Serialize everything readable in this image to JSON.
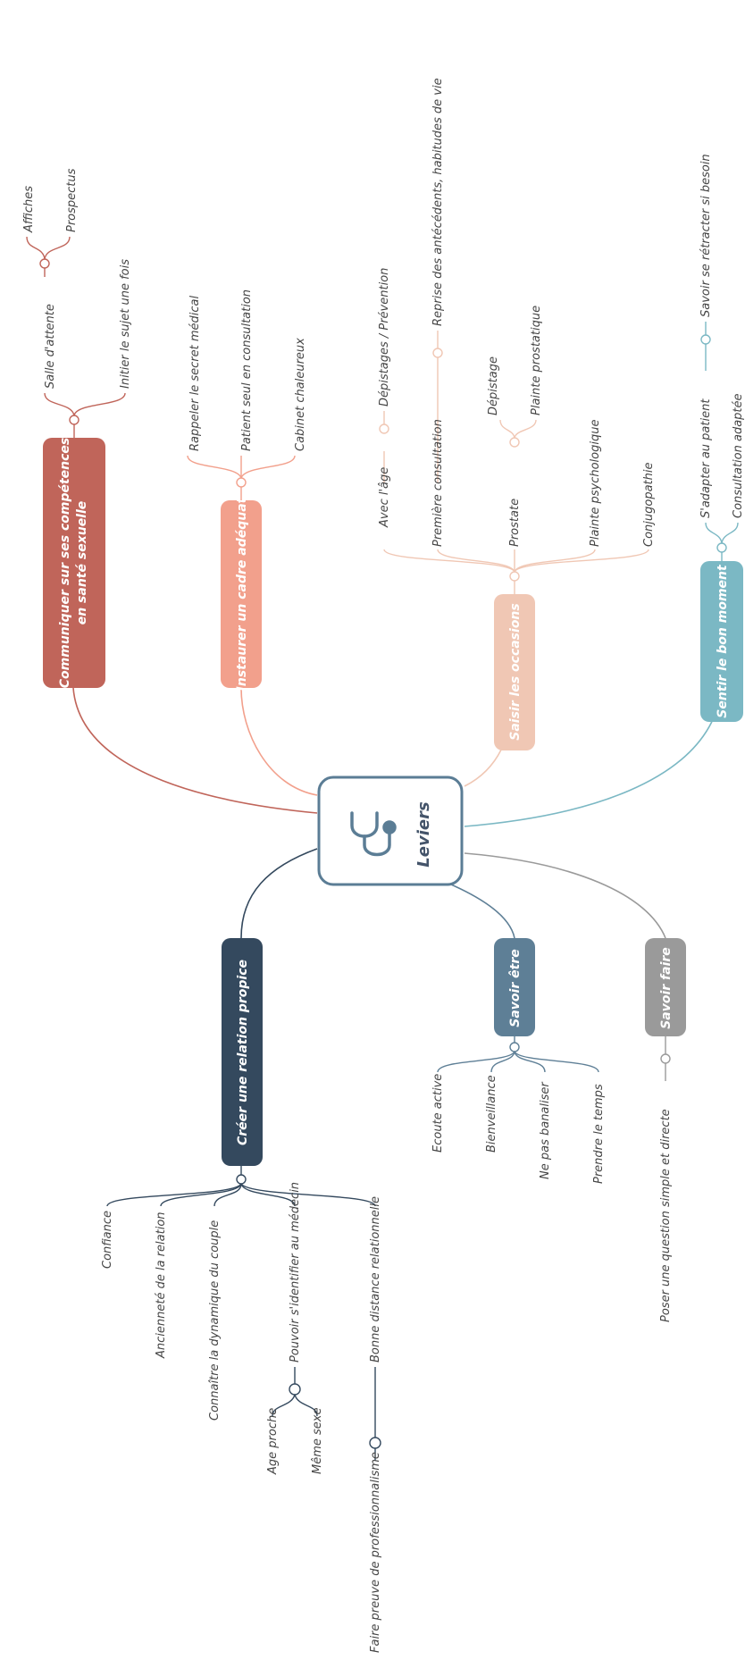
{
  "center": {
    "label": "Leviers",
    "icon": "stethoscope-icon"
  },
  "colors": {
    "communiquer": "#c0655a",
    "instaurer": "#f2a08c",
    "saisir": "#f0c7b4",
    "sentir": "#7bb8c4",
    "creer": "#34495e",
    "savoir_etre": "#5e7f96",
    "savoir_faire": "#9a9a9a",
    "center_border": "#5b7d95"
  },
  "branches": {
    "communiquer": {
      "label_line1": "Communiquer sur ses compétences",
      "label_line2": "en santé sexuelle",
      "children": {
        "salle": "Salle d'attente",
        "affiches": "Affiches",
        "prospectus": "Prospectus",
        "initier": "Initier le sujet une fois"
      }
    },
    "instaurer": {
      "label": "Instaurer un cadre adéquat",
      "children": [
        "Rappeler le secret médical",
        "Patient seul en consultation",
        "Cabinet chaleureux"
      ]
    },
    "saisir": {
      "label": "Saisir les occasions",
      "children": {
        "age": "Avec l'âge",
        "depistages": "Dépistages / Prévention",
        "premiere": "Première consultation",
        "reprise": "Reprise des antécédents, habitudes de vie",
        "prostate": "Prostate",
        "depistage": "Dépistage",
        "plainte_prost": "Plainte prostatique",
        "plainte_psy": "Plainte psychologique",
        "conjugo": "Conjugopathie"
      }
    },
    "sentir": {
      "label": "Sentir le bon moment",
      "children": {
        "adapter": "S'adapter au patient",
        "retracter": "Savoir se rétracter si besoin",
        "consult": "Consultation adaptée"
      }
    },
    "creer": {
      "label": "Créer une relation propice",
      "children": {
        "confiance": "Confiance",
        "anciennete": "Ancienneté de la relation",
        "connaitre": "Connaître la dynamique du couple",
        "pouvoir": "Pouvoir s'identifier au médecin",
        "age_proche": "Age proche",
        "meme_sexe": "Même sexe",
        "bonne": "Bonne distance relationnelle",
        "faire_preuve": "Faire preuve de professionnalisme"
      }
    },
    "savoir_etre": {
      "label": "Savoir être",
      "children": [
        "Ecoute active",
        "Bienveillance",
        "Ne pas banaliser",
        "Prendre le temps"
      ]
    },
    "savoir_faire": {
      "label": "Savoir faire",
      "children": {
        "poser": "Poser une question simple et directe"
      }
    }
  }
}
